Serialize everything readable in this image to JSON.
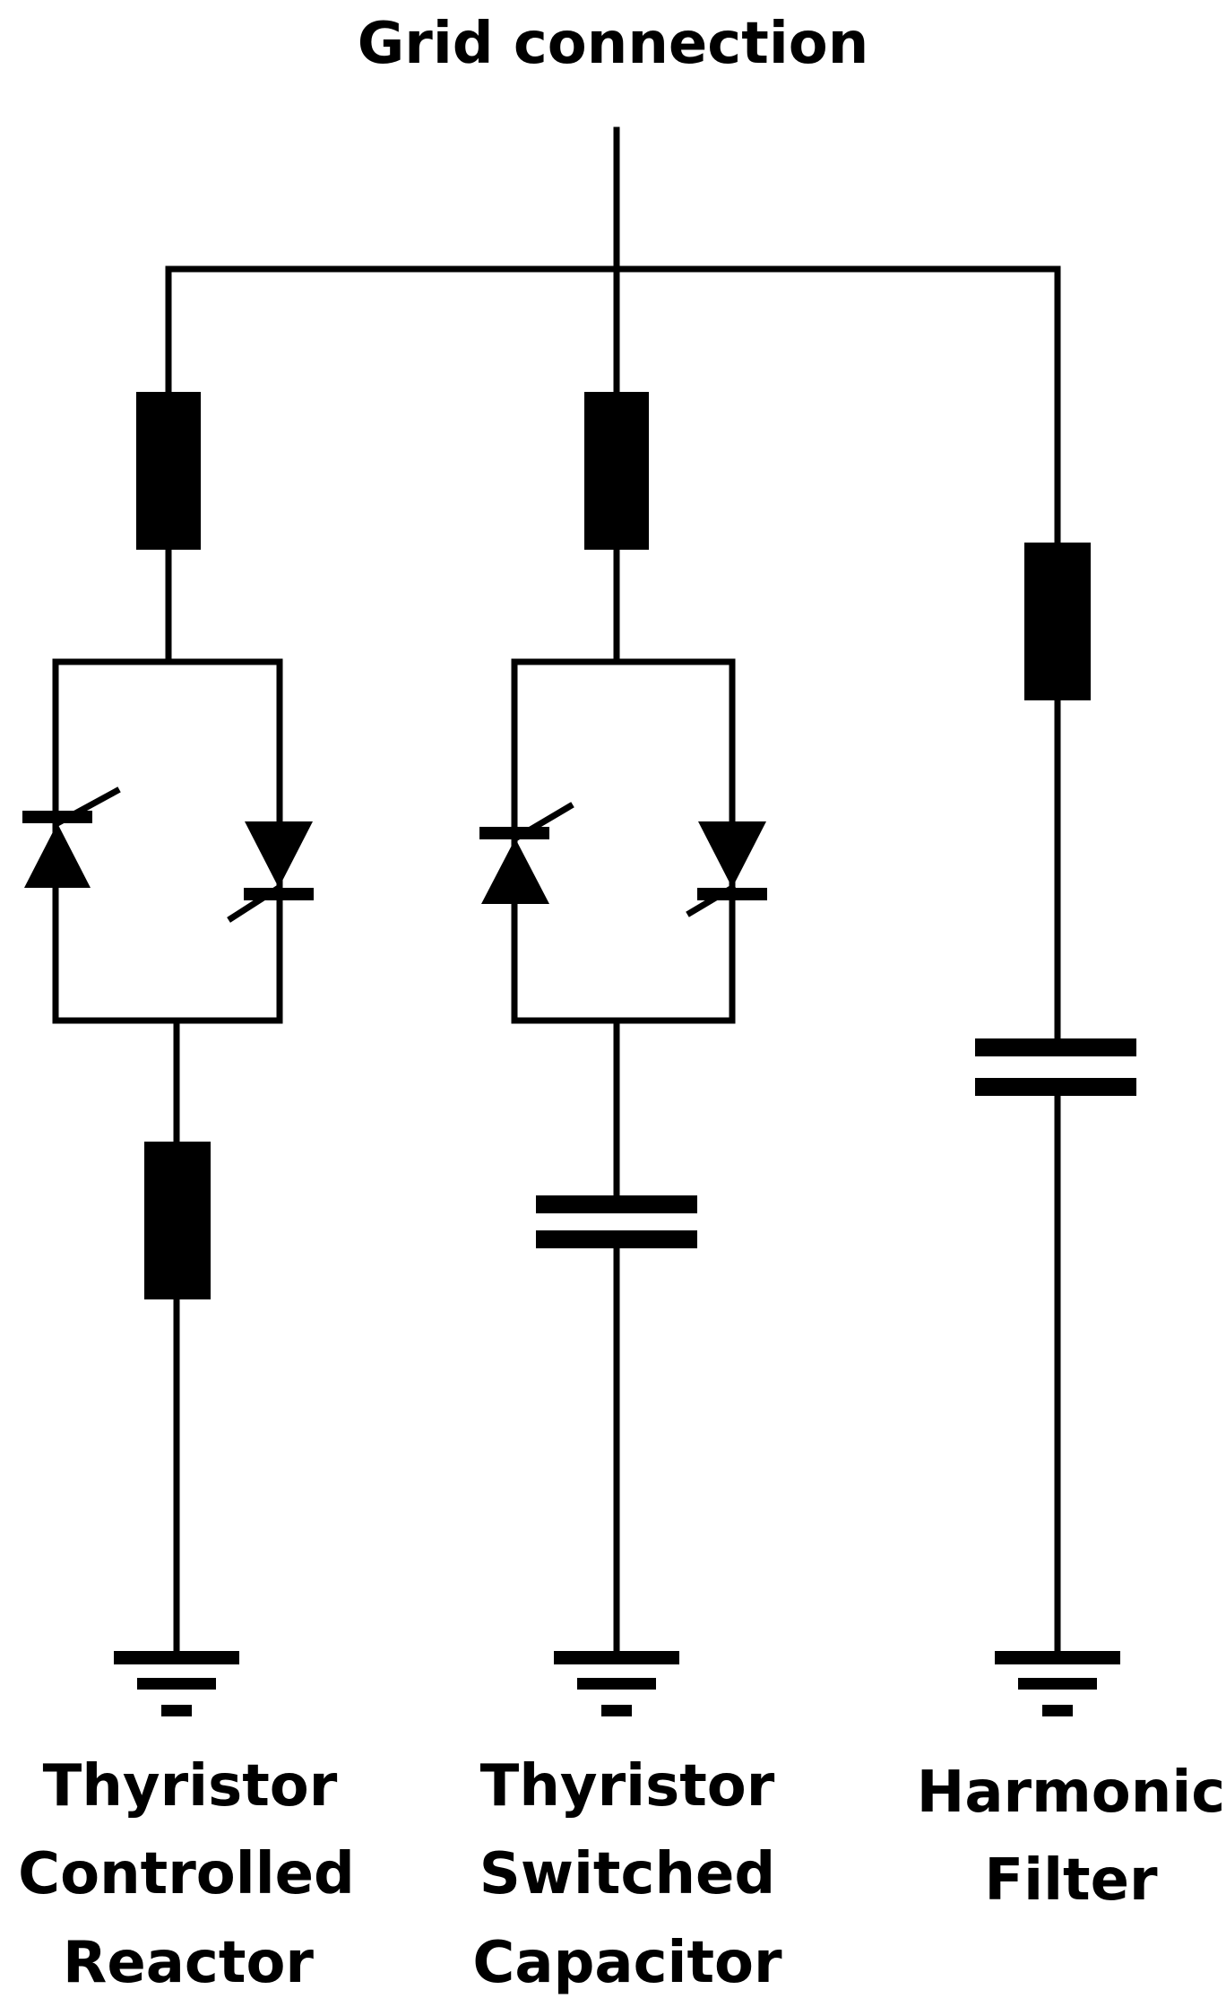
{
  "title": "Grid connection",
  "branches": [
    {
      "id": "tcr",
      "label_lines": [
        "Thyristor",
        "Controlled",
        "Reactor"
      ]
    },
    {
      "id": "tsc",
      "label_lines": [
        "Thyristor",
        "Switched",
        "Capacitor"
      ]
    },
    {
      "id": "hf",
      "label_lines": [
        "Harmonic",
        "Filter"
      ]
    }
  ],
  "colors": {
    "line": "#000000",
    "background": "#ffffff"
  }
}
